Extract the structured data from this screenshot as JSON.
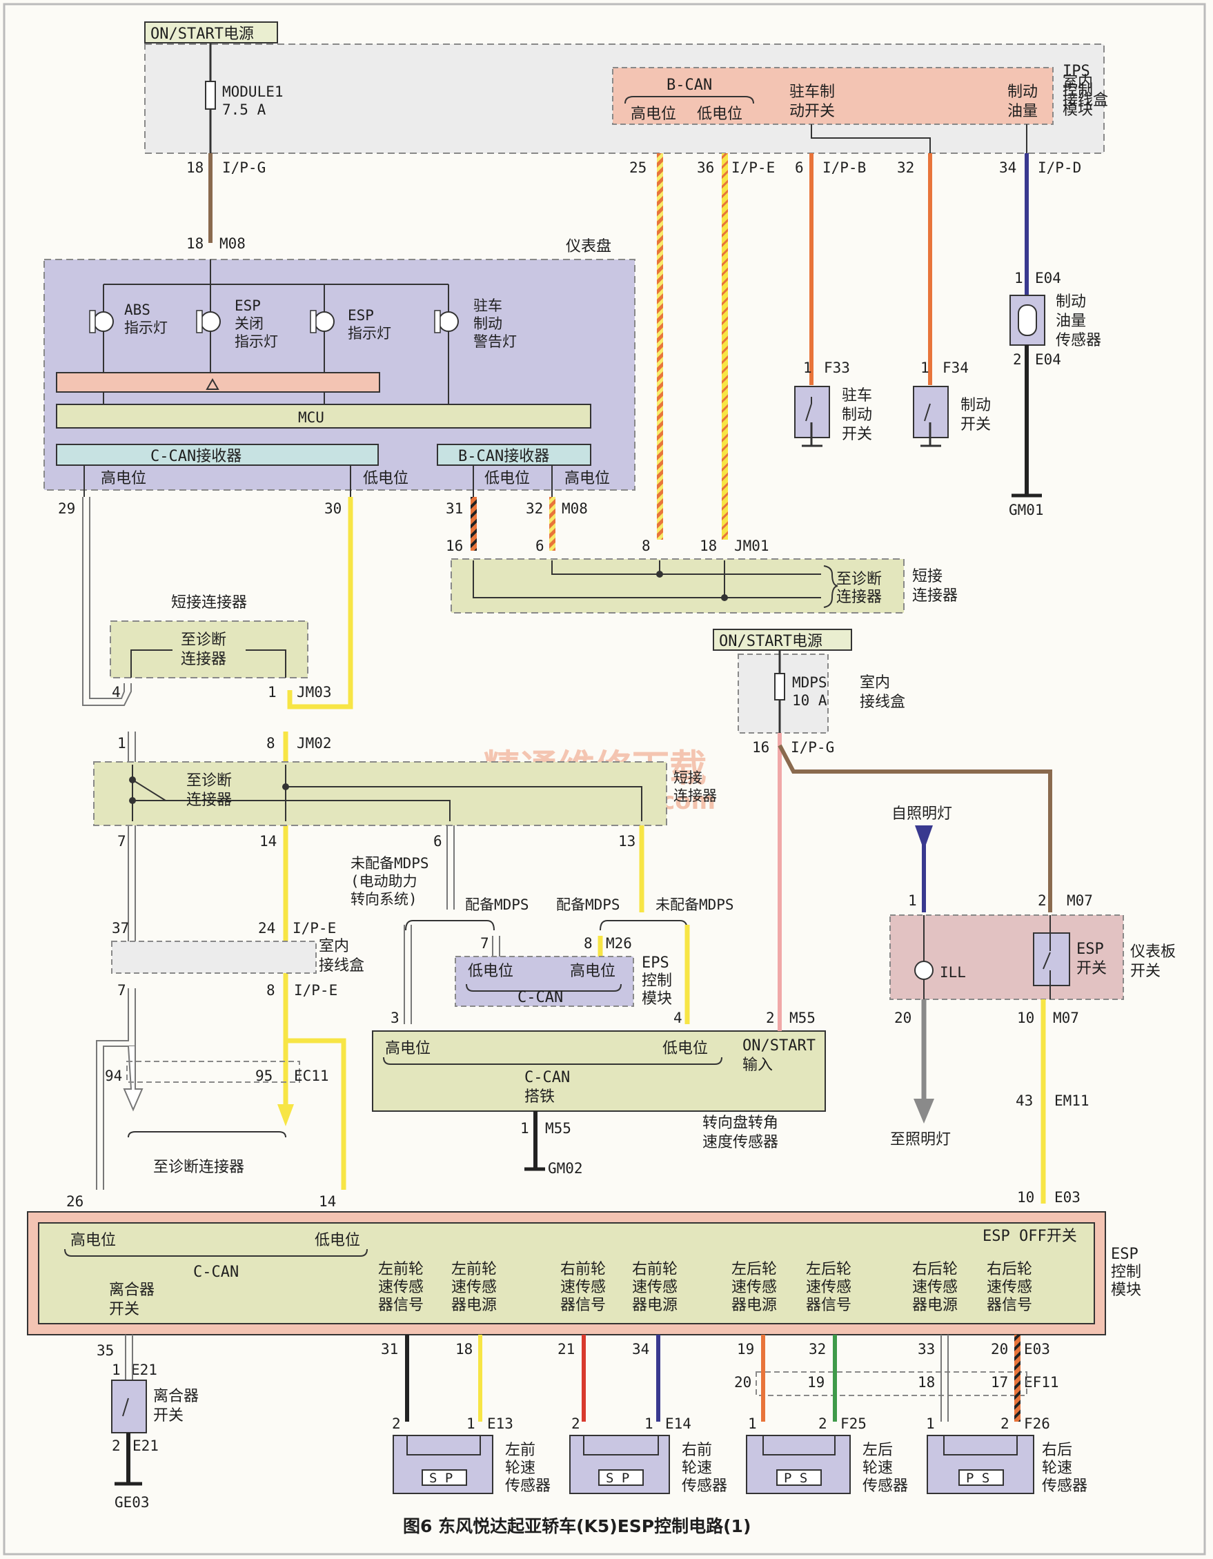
{
  "caption": "图6  东风悦达起亚轿车(K5)ESP控制电路(1)",
  "watermark": {
    "cn": "精通维修下载",
    "url": "www.gzweix.com"
  },
  "power": {
    "top": "ON/START电源",
    "mdps": "ON/START电源"
  },
  "fuses": {
    "module1": [
      "MODULE1",
      "7.5 A"
    ],
    "mdps": [
      "MDPS",
      "10 A"
    ]
  },
  "ips": {
    "box_label": [
      "室内",
      "接线盒"
    ],
    "module_label": [
      "IPS",
      "控制",
      "模块"
    ],
    "bcan": "B-CAN",
    "hi": "高电位",
    "lo": "低电位",
    "park": [
      "驻车制",
      "动开关"
    ],
    "fluid": [
      "制动",
      "油量"
    ]
  },
  "cluster": {
    "title": "仪表盘",
    "lamps": [
      [
        "ABS",
        "指示灯"
      ],
      [
        "ESP",
        "关闭",
        "指示灯"
      ],
      [
        "ESP",
        "指示灯"
      ],
      [
        "驻车",
        "制动",
        "警告灯"
      ]
    ],
    "mcu": "MCU",
    "ccan": "C-CAN接收器",
    "bcan": "B-CAN接收器",
    "hi": "高电位",
    "lo": "低电位",
    "lo2": "低电位",
    "hi2": "高电位"
  },
  "pins": {
    "p18": "18",
    "ipg": "I/P-G",
    "p18b": "18",
    "m08": "M08",
    "p25": "25",
    "p36": "36",
    "ipe": "I/P-E",
    "p6": "6",
    "ipb": "I/P-B",
    "p32": "32",
    "p34": "34",
    "ipd": "I/P-D",
    "p1a": "1",
    "f33": "F33",
    "p1b": "1",
    "f34": "F34",
    "p1c": "1",
    "e04a": "E04",
    "p2c": "2",
    "e04b": "E04",
    "gm01": "GM01",
    "p29": "29",
    "p30": "30",
    "p31": "31",
    "p32b": "32",
    "m08b": "M08",
    "p16": "16",
    "p6b": "6",
    "p8": "8",
    "p18c": "18",
    "jm01": "JM01",
    "p4": "4",
    "p1d": "1",
    "jm03": "JM03",
    "p1e": "1",
    "p8b": "8",
    "jm02": "JM02",
    "p7": "7",
    "p14": "14",
    "p6c": "6",
    "p13": "13",
    "p37": "37",
    "p24": "24",
    "ipe2": "I/P-E",
    "p7b": "7",
    "p8c": "8",
    "ipe3": "I/P-E",
    "p94": "94",
    "p95": "95",
    "ec11": "EC11",
    "p7c": "7",
    "p8d": "8",
    "m26": "M26",
    "p3": "3",
    "p4b": "4",
    "p2": "2",
    "m55": "M55",
    "p1f": "1",
    "m55b": "M55",
    "gm02": "GM02",
    "p16b": "16",
    "ipg2": "I/P-G",
    "p1g": "1",
    "p2b": "2",
    "m07": "M07",
    "p20": "20",
    "p10": "10",
    "m07b": "M07",
    "p43": "43",
    "em11": "EM11",
    "p10b": "10",
    "e03": "E03",
    "p26": "26",
    "p14b": "14",
    "p35": "35",
    "p1h": "1",
    "e21": "E21",
    "p2d": "2",
    "e21b": "E21",
    "ge03": "GE03",
    "p31b": "31",
    "p18d": "18",
    "p21": "21",
    "p34b": "34",
    "p19": "19",
    "p32c": "32",
    "p33": "33",
    "p20b": "20",
    "e03b": "E03",
    "p20c": "20",
    "p19b": "19",
    "p18e": "18",
    "p17": "17",
    "ef11": "EF11",
    "p2e": "2",
    "p1i": "1",
    "e13": "E13",
    "p2f": "2",
    "p1j": "1",
    "e14": "E14",
    "p1k": "1",
    "p2g": "2",
    "f25": "F25",
    "p1l": "1",
    "p2h": "2",
    "f26": "F26"
  },
  "labels": {
    "park_switch": [
      "驻车",
      "制动",
      "开关"
    ],
    "brake_switch": [
      "制动",
      "开关"
    ],
    "fluid_sensor": [
      "制动",
      "油量",
      "传感器"
    ],
    "short_conn": [
      "短接",
      "连接器"
    ],
    "to_diag": [
      "至诊断",
      "连接器"
    ],
    "short_conn2": "短接连接器",
    "to_diag2": [
      "至诊断",
      "连接器"
    ],
    "short_conn3": [
      "短接",
      "连接器"
    ],
    "to_diag3": [
      "至诊断",
      "连接器"
    ],
    "mdps_none": [
      "未配备MDPS",
      "(电动助力",
      "转向系统)"
    ],
    "mdps_yes": "配备MDPS",
    "mdps_yes2": "配备MDPS",
    "mdps_none2": "未配备MDPS",
    "indoor_box": [
      "室内",
      "接线盒"
    ],
    "indoor_box2": [
      "室内",
      "接线盒"
    ],
    "to_diag4": "至诊断连接器",
    "eps": [
      "EPS",
      "控制",
      "模块"
    ],
    "eps_lo": "低电位",
    "eps_hi": "高电位",
    "eps_ccan": "C-CAN",
    "sas_hi": "高电位",
    "sas_lo": "低电位",
    "sas_on": [
      "ON/START",
      "输入"
    ],
    "sas_ccan": [
      "C-CAN",
      "搭铁"
    ],
    "sas": [
      "转向盘转角",
      "速度传感器"
    ],
    "self_lamp": "自照明灯",
    "ill": "ILL",
    "esp_sw": [
      "ESP",
      "开关"
    ],
    "panel_sw": [
      "仪表板",
      "开关"
    ],
    "to_lamp": "至照明灯"
  },
  "esp_module": {
    "title": [
      "ESP",
      "控制",
      "模块"
    ],
    "hi": "高电位",
    "lo": "低电位",
    "ccan": "C-CAN",
    "esp_off": "ESP OFF开关",
    "clutch": [
      "离合器",
      "开关"
    ],
    "signals": [
      [
        "左前轮",
        "速传感",
        "器信号"
      ],
      [
        "左前轮",
        "速传感",
        "器电源"
      ],
      [
        "右前轮",
        "速传感",
        "器信号"
      ],
      [
        "右前轮",
        "速传感",
        "器电源"
      ],
      [
        "左后轮",
        "速传感",
        "器电源"
      ],
      [
        "左后轮",
        "速传感",
        "器信号"
      ],
      [
        "右后轮",
        "速传感",
        "器电源"
      ],
      [
        "右后轮",
        "速传感",
        "器信号"
      ]
    ]
  },
  "sensors": {
    "clutch": [
      "离合器",
      "开关"
    ],
    "lf": [
      "左前",
      "轮速",
      "传感器"
    ],
    "rf": [
      "右前",
      "轮速",
      "传感器"
    ],
    "lr": [
      "左后",
      "轮速",
      "传感器"
    ],
    "rr": [
      "右后",
      "轮速",
      "传感器"
    ],
    "sp": "S P",
    "ps": "P S"
  },
  "colors": {
    "brown": "#8a6a4e",
    "orange": "#e8743a",
    "yellow": "#f7e545",
    "navy": "#39398f",
    "pink": "#f0a8a8",
    "red": "#d83a2e",
    "green": "#3f9a4a",
    "gray": "#8a8a8a",
    "purple_fill": "#c9c6e2",
    "pink_fill": "#f3c4b3",
    "green_fill": "#e3e6bd"
  }
}
